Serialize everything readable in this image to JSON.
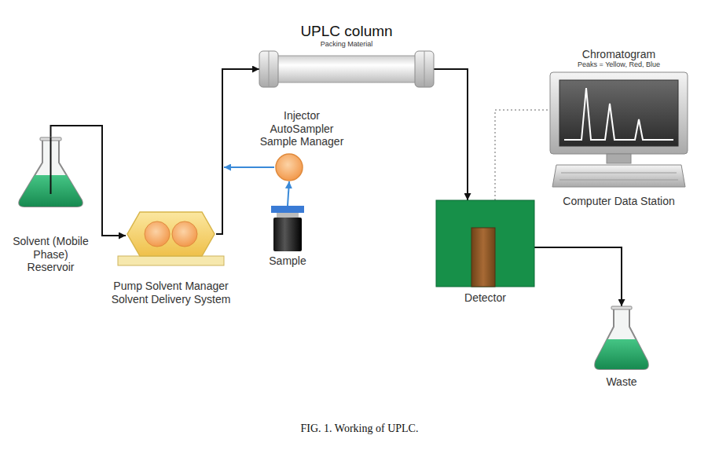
{
  "diagram": {
    "caption": "FIG. 1. Working of UPLC.",
    "nodes": [
      {
        "text": [
          "Solvent (Mobile Phase) Reservoir"
        ]
      },
      {
        "text": [
          "Pump Solvent Manager Solvent Delivery System"
        ]
      },
      {
        "text": [
          "Injector AutoSampler Sample Manager"
        ]
      },
      {
        "text": [
          "Sample"
        ]
      },
      {
        "text": [
          "UPLC column",
          "Packing Material"
        ]
      },
      {
        "text": [
          "Chromatogram",
          "Peaks = Yellow, Red, Blue",
          "Computer Data Station"
        ]
      },
      {
        "text": [
          "Detector"
        ]
      },
      {
        "text": [
          "Waste"
        ]
      }
    ],
    "edges": [
      {
        "from": 0,
        "to": 1,
        "arrow": "to"
      },
      {
        "from": 1,
        "to": 4,
        "arrow": "to"
      },
      {
        "from": 3,
        "to": 2,
        "arrow": "to"
      },
      {
        "from": 4,
        "to": 6,
        "arrow": "to"
      },
      {
        "from": 6,
        "to": 5,
        "arrow": "none"
      },
      {
        "from": 6,
        "to": 7,
        "arrow": "to"
      }
    ]
  }
}
